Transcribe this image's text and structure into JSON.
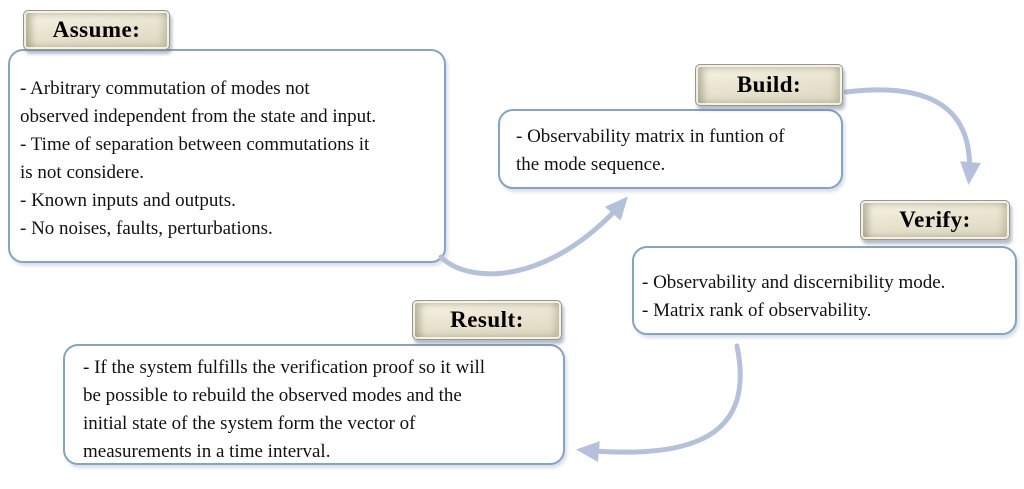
{
  "styles": {
    "background": "#ffffff",
    "box_fill": "#ffffff",
    "box_border_color": "#87a3c4",
    "tab_fill": "#eae5d1",
    "tab_border": "#99968b",
    "tab_text_color": "#000000",
    "text_color": "#111111",
    "arrow_color": "#b5c0db"
  },
  "nodes": [
    {
      "id": "assume",
      "label": "Assume:",
      "lines": [
        "- Arbitrary commutation of modes not",
        "observed independent from the state and input.",
        "- Time of separation between commutations it",
        "is not considere.",
        "- Known inputs and outputs.",
        "- No noises, faults, perturbations."
      ]
    },
    {
      "id": "build",
      "label": "Build:",
      "lines": [
        "- Observability matrix in funtion of",
        "the mode sequence."
      ]
    },
    {
      "id": "verify",
      "label": "Verify:",
      "lines": [
        "- Observability and discernibility mode.",
        "- Matrix rank of observability."
      ]
    },
    {
      "id": "result",
      "label": "Result:",
      "lines": [
        "- If the system fulfills the verification proof so it will",
        "be possible to rebuild the observed modes and the",
        "initial state of the system form the vector of",
        "measurements in a time interval."
      ]
    }
  ],
  "arrows": [
    {
      "from": "assume",
      "to": "build"
    },
    {
      "from": "build",
      "to": "verify"
    },
    {
      "from": "verify",
      "to": "result"
    }
  ]
}
